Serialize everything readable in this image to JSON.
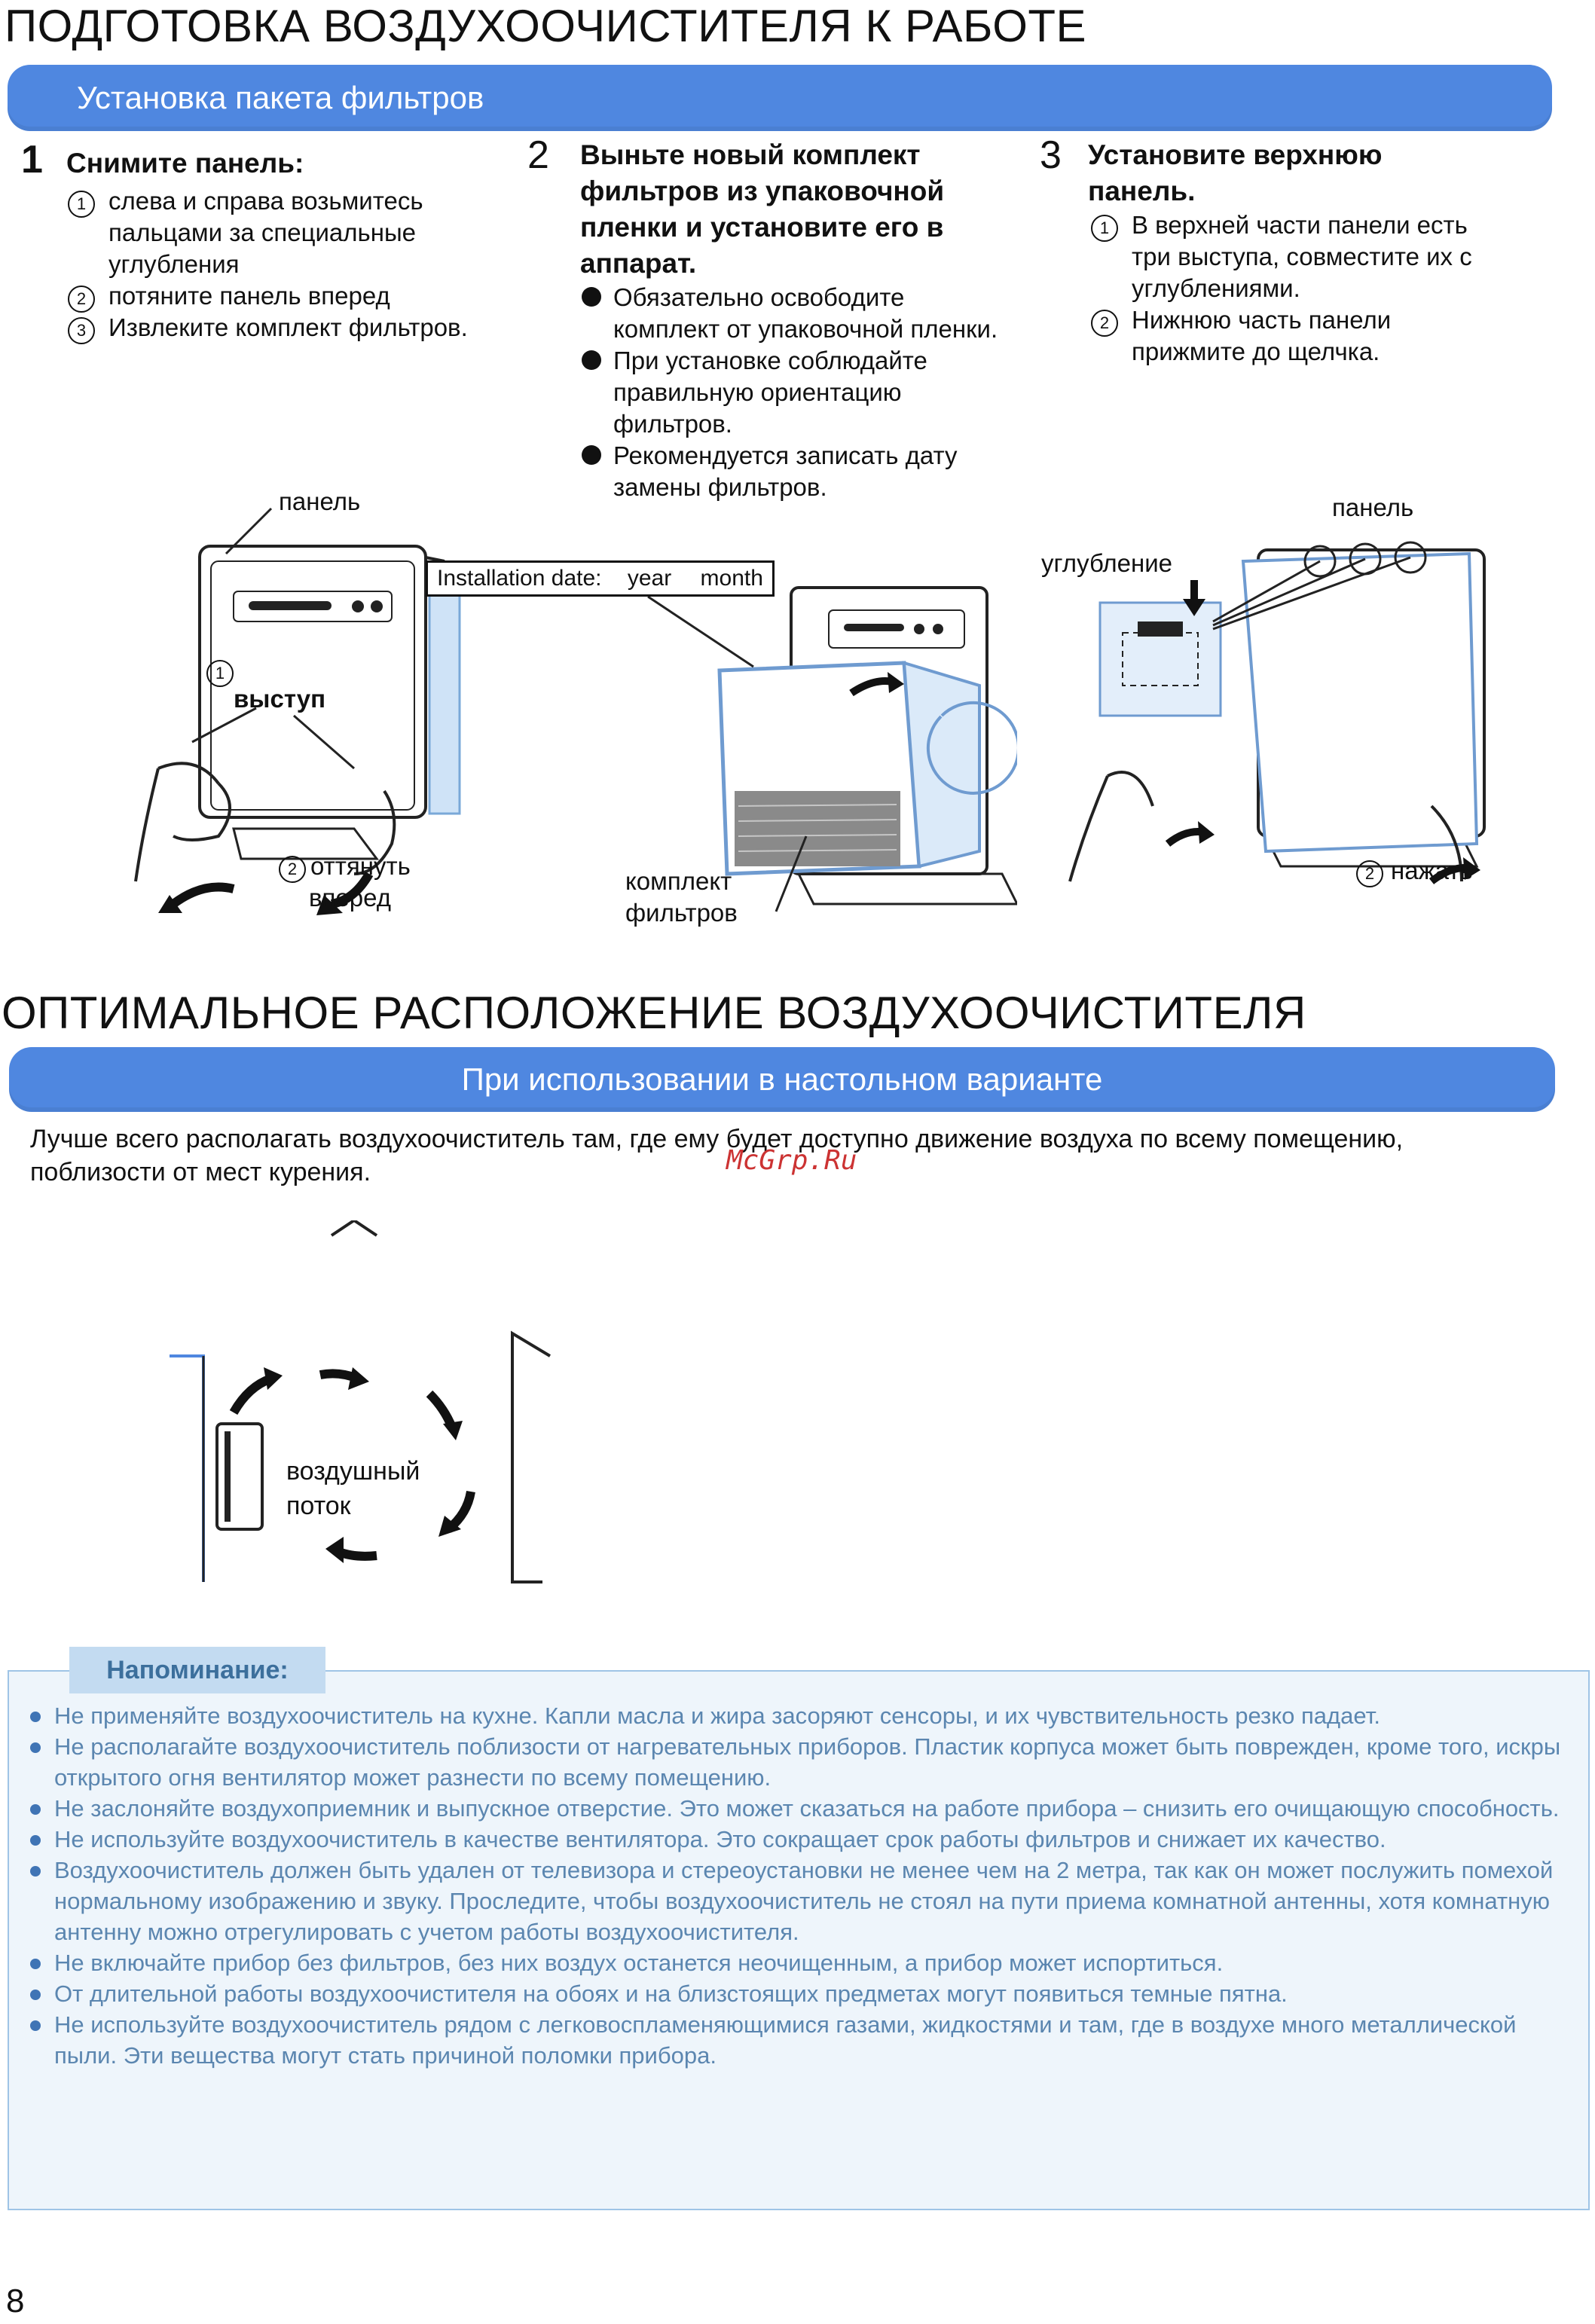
{
  "section1": {
    "title": "ПОДГОТОВКА ВОЗДУХООЧИСТИТЕЛЯ К РАБОТЕ",
    "band": "Установка пакета фильтров",
    "steps": [
      {
        "number": "1",
        "title": "Снимите панель:",
        "items": [
          {
            "marker": "1",
            "text": "слева и справа возьмитесь пальцами за специальные углубления"
          },
          {
            "marker": "2",
            "text": "потяните панель вперед"
          },
          {
            "marker": "3",
            "text": "Извлеките комплект фильтров."
          }
        ]
      },
      {
        "number": "2",
        "title": "Выньте новый комплект фильтров из упаковочной пленки и установите его в аппарат.",
        "items": [
          {
            "text": "Обязательно освободите комплект от упаковочной пленки."
          },
          {
            "text": "При установке соблюдайте правильную ориентацию фильтров."
          },
          {
            "text": "Рекомендуется записать дату замены фильтров."
          }
        ]
      },
      {
        "number": "3",
        "title": "Установите верхнюю панель.",
        "items": [
          {
            "marker": "1",
            "text": "В верхней части панели есть три выступа, совместите их с углублениями."
          },
          {
            "marker": "2",
            "text": "Нижнюю часть панели прижмите до щелчка."
          }
        ]
      }
    ],
    "fig1": {
      "panel": "панель",
      "tab_num": "1",
      "tab": "выступ",
      "pull_num": "2",
      "pull_line1": "оттянуть",
      "pull_line2": "вперед"
    },
    "fig2": {
      "label_text": "Installation date:",
      "year": "year",
      "month": "month",
      "filter_line1": "комплект",
      "filter_line2": "фильтров"
    },
    "fig3": {
      "panel": "панель",
      "recess": "углубление",
      "press_num": "2",
      "press": "нажать"
    }
  },
  "section2": {
    "title": "ОПТИМАЛЬНОЕ РАСПОЛОЖЕНИЕ ВОЗДУХООЧИСТИТЕЛЯ",
    "band": "При использовании в настольном варианте",
    "text": "Лучше всего располагать воздухоочиститель там, где ему будет доступно движение воздуха по всему помещению, поблизости от мест курения.",
    "watermark": "McGrp.Ru",
    "airflow_line1": "воздушный",
    "airflow_line2": "поток"
  },
  "reminder": {
    "title": "Напоминание:",
    "items": [
      "Не применяйте воздухоочиститель на кухне. Капли масла и жира засоряют сенсоры, и их чувствительность резко падает.",
      "Не располагайте воздухоочиститель поблизости от нагревательных приборов. Пластик корпуса может быть поврежден, кроме того, искры открытого огня вентилятор может разнести по всему помещению.",
      "Не заслоняйте воздухоприемник и выпускное отверстие. Это может сказаться на работе прибора – снизить его очищающую способность.",
      "Не используйте воздухоочиститель в качестве вентилятора. Это сокращает срок работы фильтров и снижает их качество.",
      "Воздухоочиститель должен быть удален от телевизора и стереоустановки не менее чем на 2 метра, так как он может послужить помехой нормальному изображению и звуку. Проследите, чтобы воздухоочиститель не стоял на пути приема комнатной антенны, хотя комнатную антенну можно отрегулировать с учетом работы воздухоочистителя.",
      "Не включайте прибор без фильтров, без них воздух останется неочищенным, а прибор может испортиться.",
      "От длительной работы воздухоочистителя на обоях и на близстоящих предметах могут появиться темные пятна.",
      "Не используйте воздухоочиститель рядом с легковоспламеняющимися газами, жидкостями и там, где в воздухе много металлической пыли. Эти вещества могут стать причиной поломки прибора."
    ]
  },
  "page_number": "8"
}
